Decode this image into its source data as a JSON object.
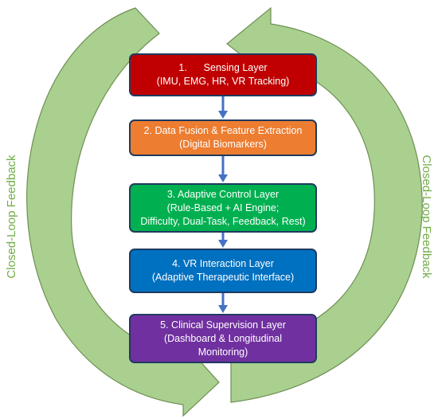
{
  "colors": {
    "loop_arrow_fill": "#a9d08e",
    "loop_arrow_stroke": "#6f8f54",
    "feedback_text": "#70ad47",
    "connector": "#4472c4",
    "box_border": "#1f3a5f",
    "layer_1": "#c00000",
    "layer_2": "#ed7d31",
    "layer_3": "#00b050",
    "layer_4": "#0070c0",
    "layer_5": "#7030a0"
  },
  "feedback": {
    "left_label": "Closed-Loop Feedback",
    "right_label": "Closed-Loop Feedback"
  },
  "layers": [
    {
      "lines": [
        "1.      Sensing Layer",
        "(IMU, EMG, HR, VR Tracking)"
      ]
    },
    {
      "lines": [
        "2. Data Fusion & Feature Extraction",
        "(Digital Biomarkers)"
      ]
    },
    {
      "lines": [
        "3. Adaptive Control Layer",
        "(Rule-Based + AI Engine;",
        "Difficulty, Dual-Task, Feedback, Rest)"
      ]
    },
    {
      "lines": [
        "4. VR Interaction Layer",
        "(Adaptive Therapeutic Interface)"
      ]
    },
    {
      "lines": [
        "5. Clinical Supervision Layer",
        "(Dashboard & Longitudinal",
        "Monitoring)"
      ]
    }
  ]
}
